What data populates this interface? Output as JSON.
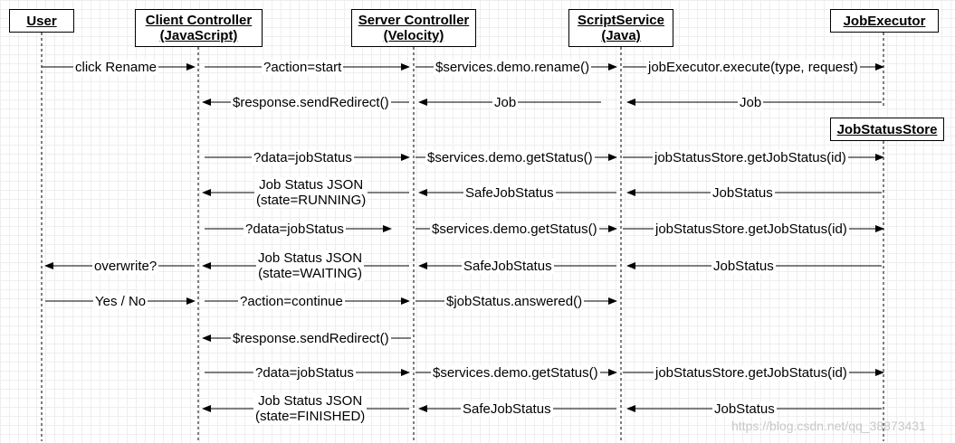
{
  "actors": [
    {
      "id": "user",
      "name": "User",
      "sub": ""
    },
    {
      "id": "client",
      "name": "Client Controller",
      "sub": "(JavaScript)"
    },
    {
      "id": "server",
      "name": "Server Controller",
      "sub": "(Velocity)"
    },
    {
      "id": "script",
      "name": "ScriptService",
      "sub": "(Java)"
    },
    {
      "id": "executor",
      "name": "JobExecutor",
      "sub": ""
    },
    {
      "id": "store",
      "name": "JobStatusStore",
      "sub": ""
    }
  ],
  "messages": [
    {
      "from": "user",
      "to": "client",
      "line1": "click Rename",
      "line2": ""
    },
    {
      "from": "client",
      "to": "server",
      "line1": "?action=start",
      "line2": ""
    },
    {
      "from": "server",
      "to": "script",
      "line1": "$services.demo.rename()",
      "line2": ""
    },
    {
      "from": "script",
      "to": "executor",
      "line1": "jobExecutor.execute(type, request)",
      "line2": ""
    },
    {
      "from": "server",
      "to": "client",
      "line1": "$response.sendRedirect()",
      "line2": ""
    },
    {
      "from": "script",
      "to": "server",
      "line1": "Job",
      "line2": ""
    },
    {
      "from": "executor",
      "to": "script",
      "line1": "Job",
      "line2": ""
    },
    {
      "from": "client",
      "to": "server",
      "line1": "?data=jobStatus",
      "line2": ""
    },
    {
      "from": "server",
      "to": "script",
      "line1": "$services.demo.getStatus()",
      "line2": ""
    },
    {
      "from": "script",
      "to": "store",
      "line1": "jobStatusStore.getJobStatus(id)",
      "line2": ""
    },
    {
      "from": "server",
      "to": "client",
      "line1": "Job Status JSON",
      "line2": "(state=RUNNING)"
    },
    {
      "from": "script",
      "to": "server",
      "line1": "SafeJobStatus",
      "line2": ""
    },
    {
      "from": "store",
      "to": "script",
      "line1": "JobStatus",
      "line2": ""
    },
    {
      "from": "client",
      "to": "server",
      "line1": "?data=jobStatus",
      "line2": ""
    },
    {
      "from": "server",
      "to": "script",
      "line1": "$services.demo.getStatus()",
      "line2": ""
    },
    {
      "from": "script",
      "to": "store",
      "line1": "jobStatusStore.getJobStatus(id)",
      "line2": ""
    },
    {
      "from": "client",
      "to": "user",
      "line1": "overwrite?",
      "line2": ""
    },
    {
      "from": "server",
      "to": "client",
      "line1": "Job Status JSON",
      "line2": "(state=WAITING)"
    },
    {
      "from": "script",
      "to": "server",
      "line1": "SafeJobStatus",
      "line2": ""
    },
    {
      "from": "store",
      "to": "script",
      "line1": "JobStatus",
      "line2": ""
    },
    {
      "from": "user",
      "to": "client",
      "line1": "Yes / No",
      "line2": ""
    },
    {
      "from": "client",
      "to": "server",
      "line1": "?action=continue",
      "line2": ""
    },
    {
      "from": "server",
      "to": "script",
      "line1": "$jobStatus.answered()",
      "line2": ""
    },
    {
      "from": "server",
      "to": "client",
      "line1": "$response.sendRedirect()",
      "line2": ""
    },
    {
      "from": "client",
      "to": "server",
      "line1": "?data=jobStatus",
      "line2": ""
    },
    {
      "from": "server",
      "to": "script",
      "line1": "$services.demo.getStatus()",
      "line2": ""
    },
    {
      "from": "script",
      "to": "store",
      "line1": "jobStatusStore.getJobStatus(id)",
      "line2": ""
    },
    {
      "from": "server",
      "to": "client",
      "line1": "Job Status JSON",
      "line2": "(state=FINISHED)"
    },
    {
      "from": "script",
      "to": "server",
      "line1": "SafeJobStatus",
      "line2": ""
    },
    {
      "from": "store",
      "to": "script",
      "line1": "JobStatus",
      "line2": ""
    }
  ],
  "watermark": "https://blog.csdn.net/qq_38873431"
}
